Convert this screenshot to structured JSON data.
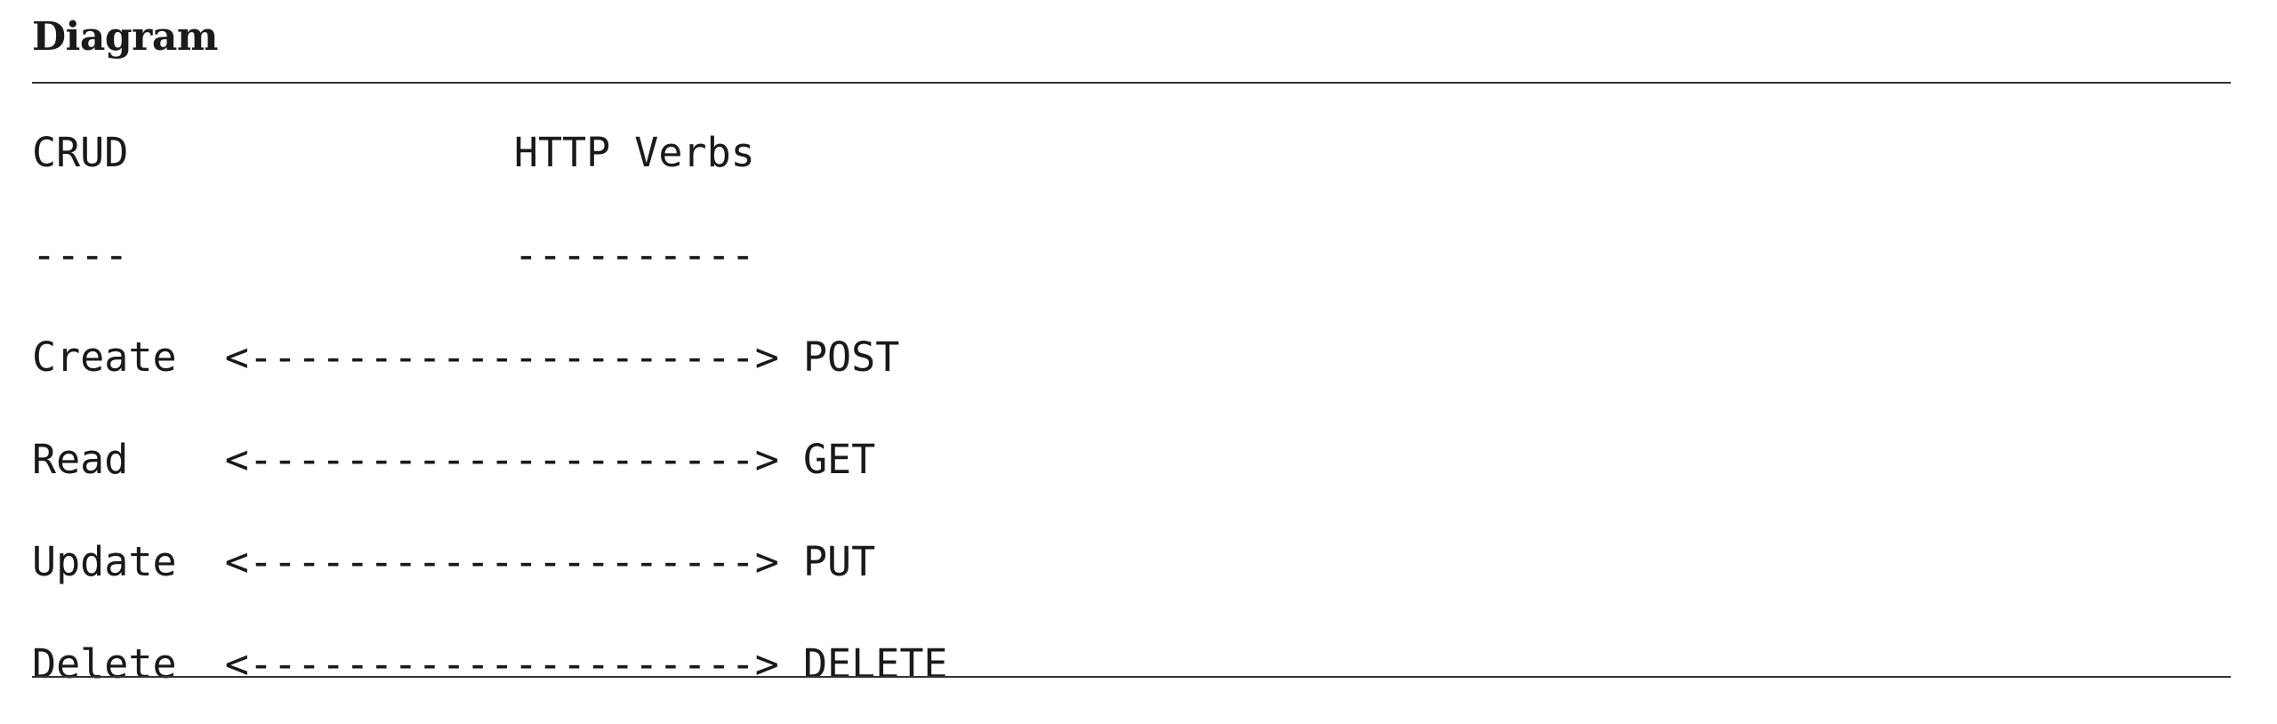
{
  "title": "Diagram",
  "lines": [
    "CRUD                HTTP Verbs",
    "----                ----------",
    "Create  <---------------------> POST",
    "Read    <---------------------> GET",
    "Update  <---------------------> PUT",
    "Delete  <---------------------> DELETE"
  ]
}
